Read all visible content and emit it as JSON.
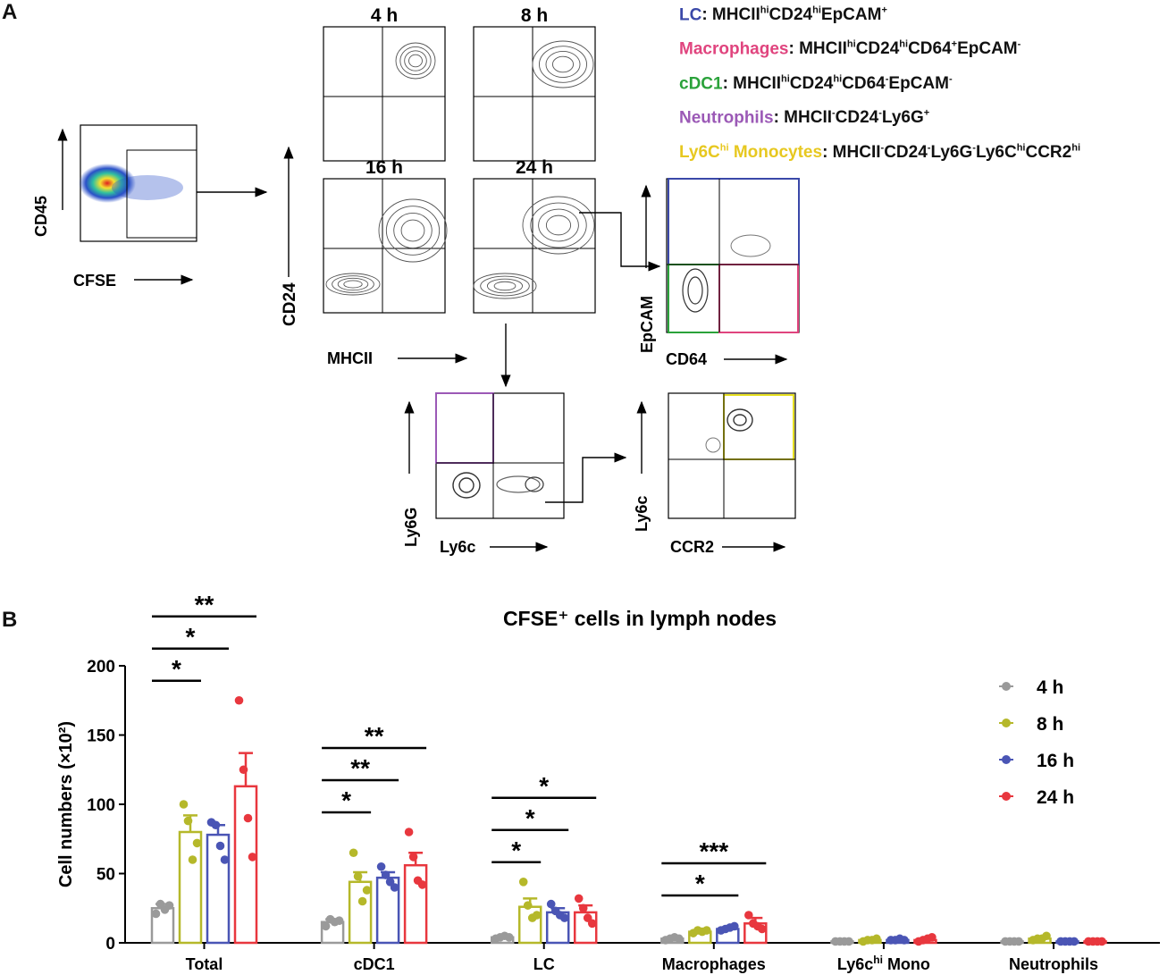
{
  "panels": {
    "a": "A",
    "b": "B"
  },
  "flow": {
    "gate_axes": {
      "x": "CFSE",
      "y": "CD45"
    },
    "time_labels": [
      "4 h",
      "8 h",
      "16 h",
      "24 h"
    ],
    "mhc_axes": {
      "x": "MHCII",
      "y": "CD24"
    },
    "epcam_axes": {
      "x": "CD64",
      "y": "EpCAM"
    },
    "ly6g_axes": {
      "x": "Ly6c",
      "y": "Ly6G"
    },
    "ccr2_axes": {
      "x": "CCR2",
      "y": "Ly6c"
    }
  },
  "legend": [
    {
      "name": "LC",
      "marker": "MHCII<sup>hi</sup>CD24<sup>hi</sup>EpCAM<sup>+</sup>",
      "color": "#3a48a8"
    },
    {
      "name": "Macrophages",
      "marker": "MHCII<sup>hi</sup>CD24<sup>hi</sup>CD64<sup>+</sup>EpCAM<sup>-</sup>",
      "color": "#e0447e"
    },
    {
      "name": "cDC1",
      "marker": "MHCII<sup>hi</sup>CD24<sup>hi</sup>CD64<sup>-</sup>EpCAM<sup>-</sup>",
      "color": "#2aa23a"
    },
    {
      "name": "Neutrophils",
      "marker": "MHCII<sup>-</sup>CD24<sup>-</sup>Ly6G<sup>+</sup>",
      "color": "#9b59b6"
    },
    {
      "name": "Ly6C<sup>hi</sup> Monocytes",
      "marker": "MHCII<sup>-</sup>CD24<sup>-</sup>Ly6G<sup>-</sup>Ly6C<sup>hi</sup>CCR2<sup>hi</sup>",
      "color": "#e7c820"
    }
  ],
  "chart_data": {
    "type": "bar",
    "title": "CFSE⁺ cells in lymph nodes",
    "ylabel": "Cell numbers (×10²)",
    "xlabel": "",
    "ylim": [
      0,
      200
    ],
    "yticks": [
      0,
      50,
      100,
      150,
      200
    ],
    "categories": [
      "Total",
      "cDC1",
      "LC",
      "Macrophages",
      "Ly6chi Mono",
      "Neutrophils"
    ],
    "series": [
      {
        "name": "4 h",
        "color": "#9a9a9a",
        "values": [
          25,
          15,
          4,
          3,
          1,
          1
        ],
        "errors": [
          3,
          2,
          1,
          0.5,
          0.3,
          0.2
        ],
        "points": [
          [
            21,
            28,
            24,
            27
          ],
          [
            12,
            17,
            15,
            16
          ],
          [
            3,
            4,
            5,
            4
          ],
          [
            2,
            3,
            4,
            3
          ],
          [
            1,
            1,
            1,
            1
          ],
          [
            1,
            1,
            1,
            1
          ]
        ]
      },
      {
        "name": "8 h",
        "color": "#b5b82a",
        "values": [
          80,
          44,
          26,
          8,
          2,
          3
        ],
        "errors": [
          12,
          7,
          6,
          1,
          0.5,
          1
        ],
        "points": [
          [
            100,
            88,
            60,
            72
          ],
          [
            65,
            48,
            30,
            38
          ],
          [
            44,
            27,
            18,
            20
          ],
          [
            7,
            9,
            8,
            9
          ],
          [
            1,
            2,
            2,
            3
          ],
          [
            2,
            3,
            3,
            5
          ]
        ]
      },
      {
        "name": "16 h",
        "color": "#4a55b5",
        "values": [
          78,
          47,
          22,
          10,
          2,
          1
        ],
        "errors": [
          7,
          4,
          3,
          1,
          0.4,
          0.2
        ],
        "points": [
          [
            87,
            85,
            70,
            60
          ],
          [
            55,
            49,
            44,
            40
          ],
          [
            28,
            23,
            20,
            18
          ],
          [
            9,
            10,
            11,
            12
          ],
          [
            2,
            2,
            3,
            2
          ],
          [
            1,
            1,
            1,
            1
          ]
        ]
      },
      {
        "name": "24 h",
        "color": "#e8373e",
        "values": [
          113,
          56,
          22,
          14,
          2,
          1
        ],
        "errors": [
          24,
          9,
          5,
          4,
          0.5,
          0.2
        ],
        "points": [
          [
            175,
            125,
            90,
            62
          ],
          [
            80,
            62,
            45,
            42
          ],
          [
            32,
            25,
            18,
            14
          ],
          [
            20,
            14,
            12,
            10
          ],
          [
            1,
            2,
            3,
            4
          ],
          [
            1,
            1,
            1,
            1
          ]
        ]
      }
    ],
    "significance": [
      {
        "category": 0,
        "from": 0,
        "to": 1,
        "label": "*"
      },
      {
        "category": 0,
        "from": 0,
        "to": 2,
        "label": "*"
      },
      {
        "category": 0,
        "from": 0,
        "to": 3,
        "label": "**"
      },
      {
        "category": 1,
        "from": 0,
        "to": 1,
        "label": "*"
      },
      {
        "category": 1,
        "from": 0,
        "to": 2,
        "label": "**"
      },
      {
        "category": 1,
        "from": 0,
        "to": 3,
        "label": "**"
      },
      {
        "category": 2,
        "from": 0,
        "to": 1,
        "label": "*"
      },
      {
        "category": 2,
        "from": 0,
        "to": 2,
        "label": "*"
      },
      {
        "category": 2,
        "from": 0,
        "to": 3,
        "label": "*"
      },
      {
        "category": 3,
        "from": 0,
        "to": 2,
        "label": "*"
      },
      {
        "category": 3,
        "from": 0,
        "to": 3,
        "label": "***"
      }
    ],
    "legend_position": "top-right",
    "grid": false
  }
}
